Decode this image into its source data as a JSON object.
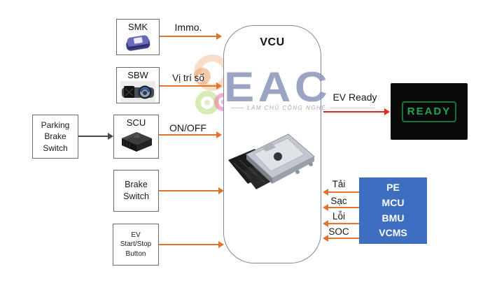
{
  "diagram_title": "VCU",
  "watermark": {
    "brand": "EAC",
    "tagline": "LÀM CHỦ CÔNG NGHỆ"
  },
  "nodes": {
    "parking_brake_switch": {
      "label": "Parking\nBrake\nSwitch"
    },
    "smk": {
      "label": "SMK"
    },
    "sbw": {
      "label": "SBW"
    },
    "scu": {
      "label": "SCU"
    },
    "brake_switch": {
      "label": "Brake\nSwitch"
    },
    "ev_start_stop": {
      "label": "EV\nStart/Stop\nButton"
    },
    "vcu": {
      "label": "VCU"
    },
    "subsystems": {
      "lines": [
        "PE",
        "MCU",
        "BMU",
        "VCMS"
      ]
    }
  },
  "signals": {
    "immo": {
      "label": "Immo."
    },
    "gear_position": {
      "label": "Vị trí số"
    },
    "on_off": {
      "label": "ON/OFF"
    },
    "ev_ready": {
      "label": "EV Ready"
    },
    "load": {
      "label": "Tải"
    },
    "charge": {
      "label": "Sạc"
    },
    "fault": {
      "label": "Lỗi"
    },
    "soc": {
      "label": "SOC"
    }
  },
  "ready_display": {
    "text": "READY"
  },
  "colors": {
    "arrow_orange": "#e2752e",
    "arrow_red": "#e8281e",
    "arrow_gray": "#4a4a4a",
    "subsystem_box_blue": "#3d6ec0",
    "ready_green": "#22a457",
    "watermark_blue": "#8b95ba"
  }
}
